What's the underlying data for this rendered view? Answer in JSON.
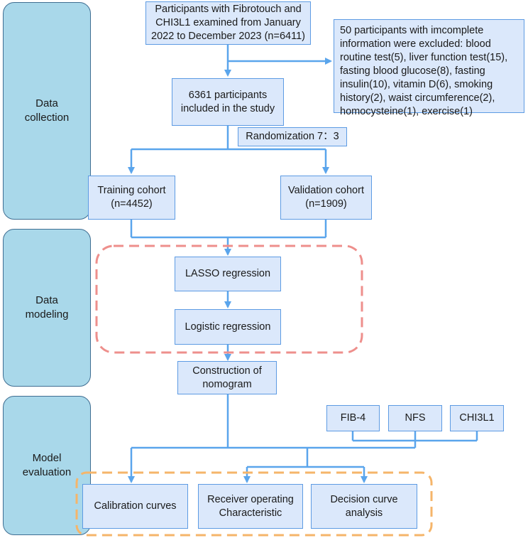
{
  "sections": {
    "collection": "Data\ncollection",
    "modeling": "Data\nmodeling",
    "evaluation": "Model\nevaluation"
  },
  "boxes": {
    "participants": "Participants with Fibrotouch and\nCHI3L1 examined from January\n2022 to December 2023 (n=6411)",
    "excluded": "50 participants with imcomplete information were excluded: blood routine test(5), liver function test(15), fasting blood glucose(8), fasting insulin(10), vitamin D(6), smoking history(2), waist circumference(2),  homocysteine(1), exercise(1)",
    "included": "6361 participants\nincluded in the study",
    "randomization": "Randomization 7：3",
    "training": "Training cohort\n(n=4452)",
    "validation": "Validation cohort\n(n=1909)",
    "lasso": "LASSO regression",
    "logistic": "Logistic regression",
    "nomogram": "Construction of\nnomogram",
    "fib4": "FIB-4",
    "nfs": "NFS",
    "chi3l1": "CHI3L1",
    "calibration": "Calibration curves",
    "roc": "Receiver operating\nCharacteristic",
    "dca": "Decision curve\nanalysis"
  },
  "colors": {
    "arrow": "#5aa5ec",
    "box_fill": "#dbe8fb",
    "box_border": "#5d9be3",
    "side_fill": "#a9d8ea",
    "red_dash": "#ee8f8c",
    "orange_dash": "#f5b56a"
  }
}
